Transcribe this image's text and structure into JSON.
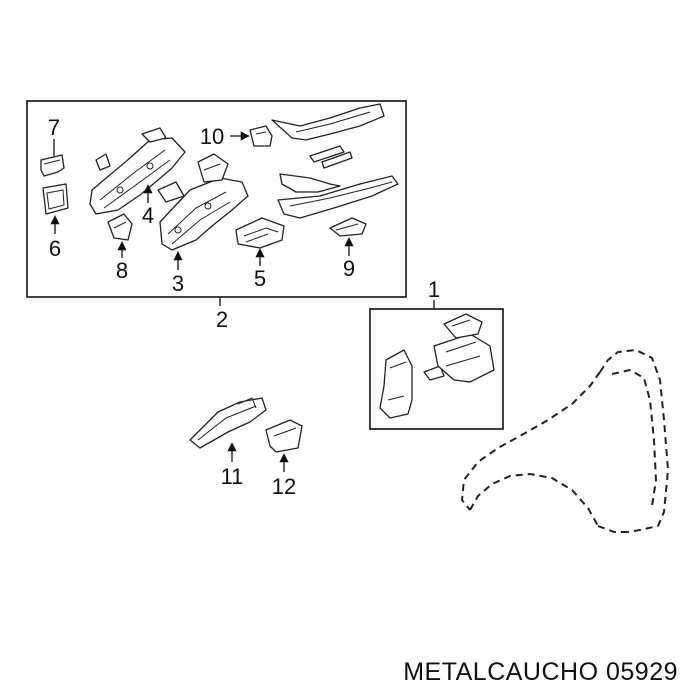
{
  "callouts": {
    "c1": "1",
    "c2": "2",
    "c3": "3",
    "c4": "4",
    "c5": "5",
    "c6": "6",
    "c7": "7",
    "c8": "8",
    "c9": "9",
    "c10": "10",
    "c11": "11",
    "c12": "12"
  },
  "footer": {
    "brand_label": "METALCAUCHO 05929"
  },
  "icons": {
    "arrow": "arrow-icon",
    "fender": "fender-outline-icon"
  }
}
